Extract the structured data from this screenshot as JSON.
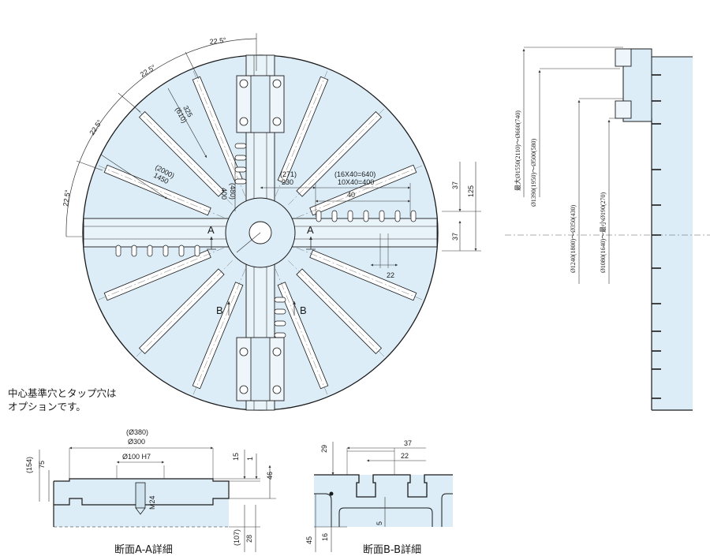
{
  "colors": {
    "fill": "#dcedf7",
    "outline": "#1a1a1a",
    "dim": "#333333",
    "slot": "#ffffff"
  },
  "angles": {
    "a1": "22.5°",
    "a2": "22.5°",
    "a3": "22.5°",
    "a4": "22.5°"
  },
  "main_dims": {
    "d610": "(610)",
    "d325": "325",
    "d2000": "(2000)",
    "d1450": "1450",
    "d480": "(480)",
    "d400": "400",
    "d271": "(271)",
    "d230": "230",
    "pitch1": "(16X40=640)",
    "pitch2": "10X40=400",
    "d40": "40",
    "d37a": "37",
    "d125": "125",
    "d37b": "37",
    "d22": "22"
  },
  "section_marks": {
    "a_left": "A",
    "a_right": "A",
    "b_left": "B",
    "b_right": "B"
  },
  "side_dims": {
    "s1": "最大Ø1550(2110)～Ø660(740)",
    "s2": "Ø1390(1950)～Ø500(580)",
    "s3": "Ø1240(1800)～Ø350(430)",
    "s4": "Ø1080(1640)～最小Ø190(270)"
  },
  "note": {
    "line1": "中心基準穴とタップ穴は",
    "line2": "オプションです。"
  },
  "section_a": {
    "d380": "(Ø380)",
    "d300": "Ø300",
    "d100": "Ø100 H7",
    "d154": "(154)",
    "d75": "75",
    "d15": "15",
    "d1": "1",
    "d46": "46",
    "m24": "M24",
    "d107": "(107)",
    "d28": "28",
    "caption": "断面A-A詳細"
  },
  "section_b": {
    "d29": "29",
    "d37": "37",
    "d22": "22",
    "d45": "45",
    "d16": "16",
    "d5": "5",
    "caption": "断面B-B詳細"
  }
}
